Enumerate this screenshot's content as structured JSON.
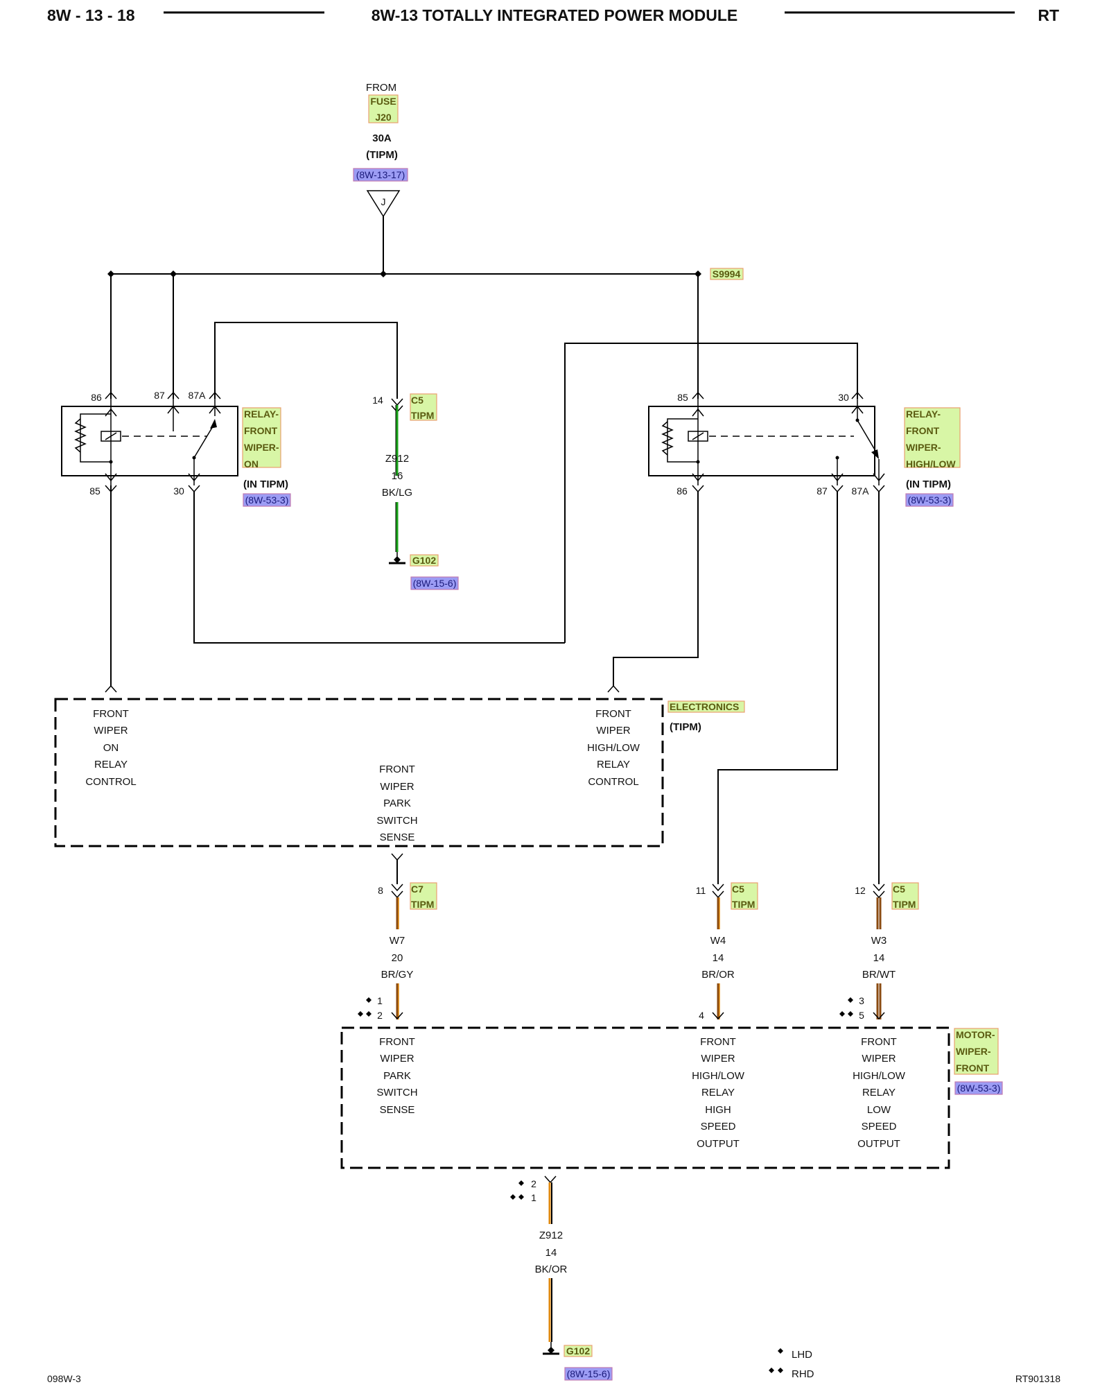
{
  "header": {
    "page": "8W - 13 - 18",
    "title": "8W-13 TOTALLY INTEGRATED POWER MODULE",
    "market": "RT"
  },
  "source": {
    "from": "FROM",
    "fuse": "FUSE",
    "fuse_id": "J20",
    "rating": "30A",
    "location": "(TIPM)",
    "ref": "(8W-13-17)",
    "connector_letter": "J"
  },
  "splice": "S9994",
  "relay_on": {
    "name_lines": [
      "RELAY-",
      "FRONT",
      "WIPER-",
      "ON"
    ],
    "location": "(IN TIPM)",
    "ref": "(8W-53-3)",
    "pins": {
      "p86": "86",
      "p87": "87",
      "p87a": "87A",
      "p85": "85",
      "p30": "30"
    }
  },
  "relay_hl": {
    "name_lines": [
      "RELAY-",
      "FRONT",
      "WIPER-",
      "HIGH/LOW"
    ],
    "location": "(IN TIPM)",
    "ref": "(8W-53-3)",
    "pins": {
      "p85": "85",
      "p30": "30",
      "p86": "86",
      "p87": "87",
      "p87a": "87A"
    }
  },
  "ground_wire_top": {
    "pin": "14",
    "connector": "C5",
    "connector_sub": "TIPM",
    "circuit": "Z912",
    "gauge": "16",
    "color": "BK/LG",
    "ground": "G102",
    "ground_ref": "(8W-15-6)"
  },
  "electronics": {
    "name": "ELECTRONICS",
    "location": "(TIPM)",
    "left_lines": [
      "FRONT",
      "WIPER",
      "ON",
      "RELAY",
      "CONTROL"
    ],
    "right_lines": [
      "FRONT",
      "WIPER",
      "HIGH/LOW",
      "RELAY",
      "CONTROL"
    ],
    "center_lines": [
      "FRONT",
      "WIPER",
      "PARK",
      "SWITCH",
      "SENSE"
    ]
  },
  "wires": [
    {
      "pin": "8",
      "connector": "C7",
      "connector_sub": "TIPM",
      "circuit": "W7",
      "gauge": "20",
      "color": "BR/GY"
    },
    {
      "pin": "11",
      "connector": "C5",
      "connector_sub": "TIPM",
      "circuit": "W4",
      "gauge": "14",
      "color": "BR/OR"
    },
    {
      "pin": "12",
      "connector": "C5",
      "connector_sub": "TIPM",
      "circuit": "W3",
      "gauge": "14",
      "color": "BR/WT"
    }
  ],
  "motor_pins": {
    "a_top": "1",
    "a_bot": "2",
    "b": "4",
    "c_top": "3",
    "c_bot": "5"
  },
  "motor": {
    "name_lines": [
      "MOTOR-",
      "WIPER-",
      "FRONT"
    ],
    "ref": "(8W-53-3)",
    "park_lines": [
      "FRONT",
      "WIPER",
      "PARK",
      "SWITCH",
      "SENSE"
    ],
    "high_lines": [
      "FRONT",
      "WIPER",
      "HIGH/LOW",
      "RELAY",
      "HIGH",
      "SPEED",
      "OUTPUT"
    ],
    "low_lines": [
      "FRONT",
      "WIPER",
      "HIGH/LOW",
      "RELAY",
      "LOW",
      "SPEED",
      "OUTPUT"
    ]
  },
  "ground_wire_bottom": {
    "pin_top": "2",
    "pin_bot": "1",
    "circuit": "Z912",
    "gauge": "14",
    "color": "BK/OR",
    "ground": "G102",
    "ground_ref": "(8W-15-6)"
  },
  "legend": {
    "lhd": "LHD",
    "rhd": "RHD"
  },
  "footer": {
    "left": "098W-3",
    "right": "RT901318"
  },
  "colors": {
    "link_fill": "#d8f6a6",
    "ref_fill": "#9c9cf4",
    "green_wire": "#1aa31a",
    "brown_wire": "#8a4a10",
    "orange_wire": "#e08a10"
  }
}
